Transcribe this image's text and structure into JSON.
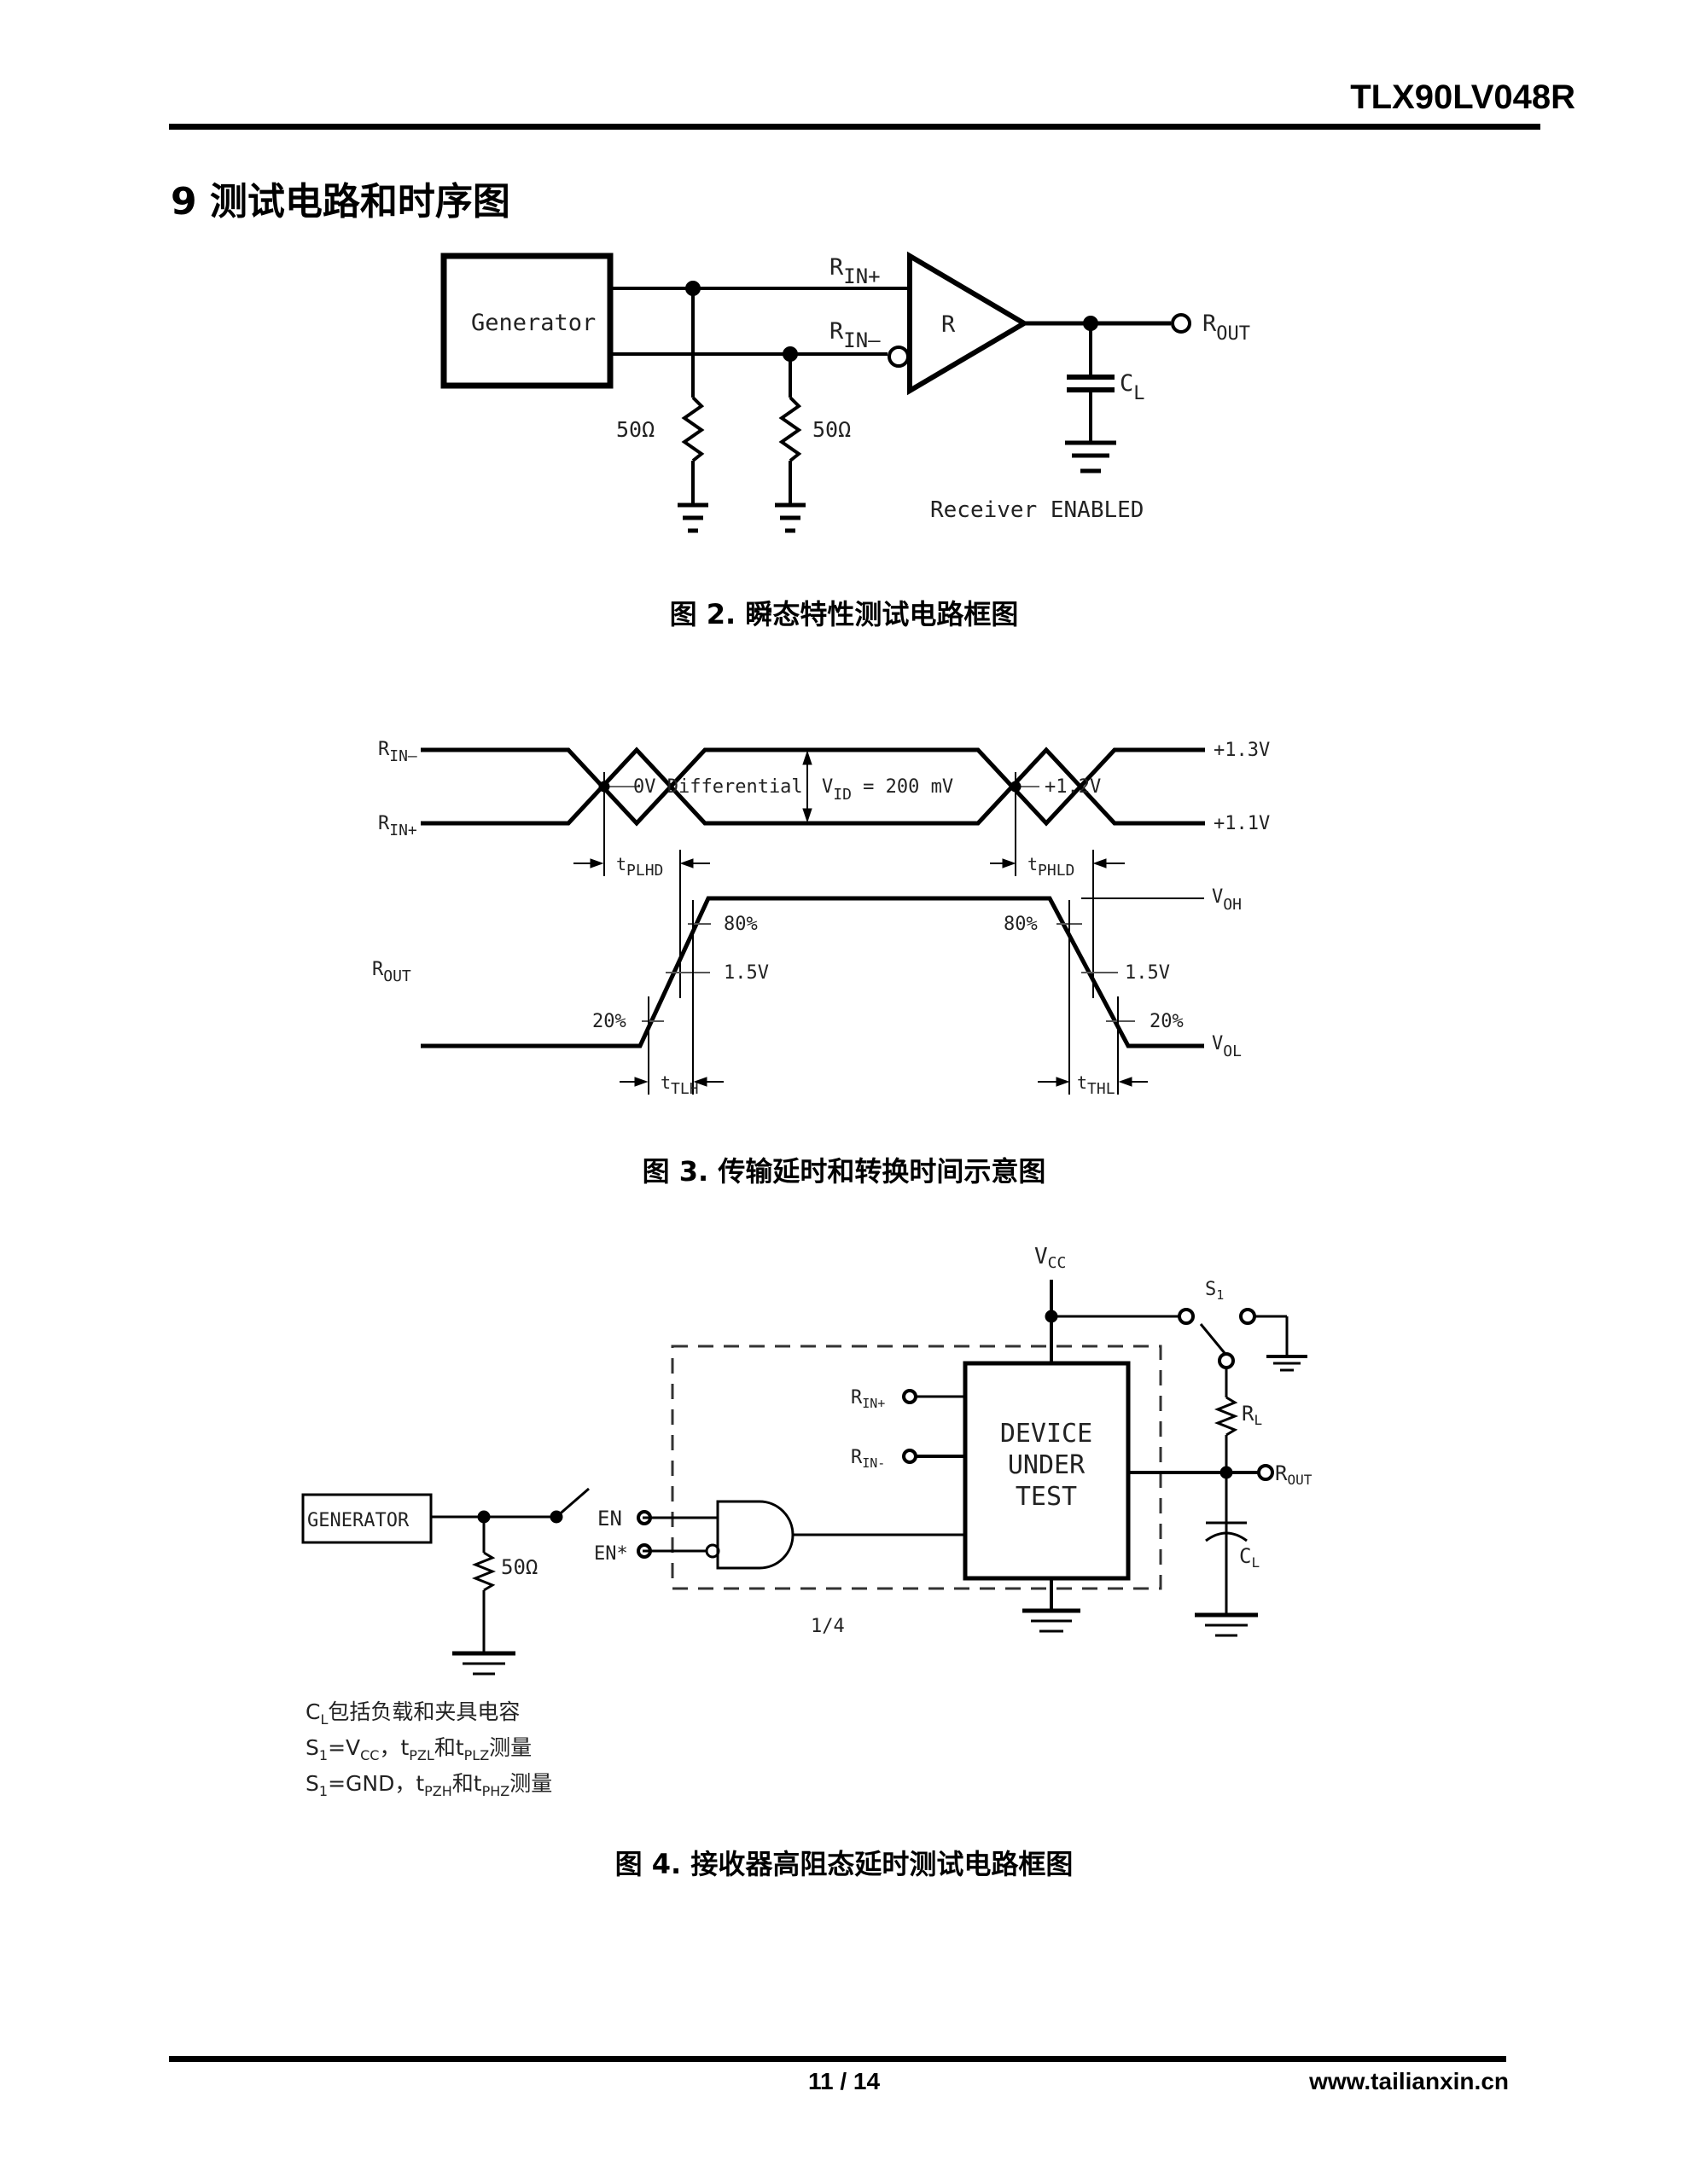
{
  "header": {
    "title": "TLX90LV048R"
  },
  "section": {
    "title": "9 测试电路和时序图"
  },
  "figure2": {
    "caption": "图 2. 瞬态特性测试电路框图",
    "generator_label": "Generator",
    "rin_plus": "R",
    "rin_plus_sub": "IN+",
    "rin_minus": "R",
    "rin_minus_sub": "IN–",
    "receiver_label": "R",
    "rout": "R",
    "rout_sub": "OUT",
    "cl": "C",
    "cl_sub": "L",
    "resistor1": "50Ω",
    "resistor2": "50Ω",
    "note": "Receiver ENABLED"
  },
  "figure3": {
    "caption": "图 3. 传输延时和转换时间示意图",
    "rin_minus": "R",
    "rin_minus_sub": "IN–",
    "rin_plus": "R",
    "rin_plus_sub": "IN+",
    "rout": "R",
    "rout_sub": "OUT",
    "zero_diff": "0V Differential",
    "vid": "V",
    "vid_sub": "ID",
    "vid_value": " = 200 mV",
    "cross_level": "+1.2V",
    "high_level": "+1.3V",
    "low_level": "+1.1V",
    "tplhd": "t",
    "tplhd_sub": "PLHD",
    "tphld": "t",
    "tphld_sub": "PHLD",
    "voh": "V",
    "voh_sub": "OH",
    "vol": "V",
    "vol_sub": "OL",
    "pct80_rise": "80%",
    "pct80_fall": "80%",
    "pct20_rise": "20%",
    "pct20_fall": "20%",
    "mid_rise": "1.5V",
    "mid_fall": "1.5V",
    "ttlh": "t",
    "ttlh_sub": "TLH",
    "tthl": "t",
    "tthl_sub": "THL"
  },
  "figure4": {
    "caption": "图 4. 接收器高阻态延时测试电路框图",
    "vcc": "V",
    "vcc_sub": "CC",
    "s1": "S",
    "s1_sub": "1",
    "rl": "R",
    "rl_sub": "L",
    "rout": "R",
    "rout_sub": "OUT",
    "cl": "C",
    "cl_sub": "L",
    "rin_plus": "R",
    "rin_plus_sub": "IN+",
    "rin_minus": "R",
    "rin_minus_sub": "IN-",
    "dut_line1": "DEVICE",
    "dut_line2": "UNDER",
    "dut_line3": "TEST",
    "generator_label": "GENERATOR",
    "resistor": "50Ω",
    "en": "EN",
    "en_star": "EN*",
    "fraction": "1/4",
    "notes": {
      "line1_prefix": "C",
      "line1_sub": "L",
      "line1_text": "包括负载和夹具电容",
      "line2_prefix": "S",
      "line2_sub": "1",
      "line2_mid": "=V",
      "line2_mid_sub": "CC",
      "line2_sep": "，t",
      "line2_t1_sub": "PZL",
      "line2_and": "和t",
      "line2_t2_sub": "PLZ",
      "line2_end": "测量",
      "line3_prefix": "S",
      "line3_sub": "1",
      "line3_mid": "=GND",
      "line3_sep": "，t",
      "line3_t1_sub": "PZH",
      "line3_and": "和t",
      "line3_t2_sub": "PHZ",
      "line3_end": "测量"
    }
  },
  "footer": {
    "page": "11 / 14",
    "url": "www.tailianxin.cn"
  }
}
